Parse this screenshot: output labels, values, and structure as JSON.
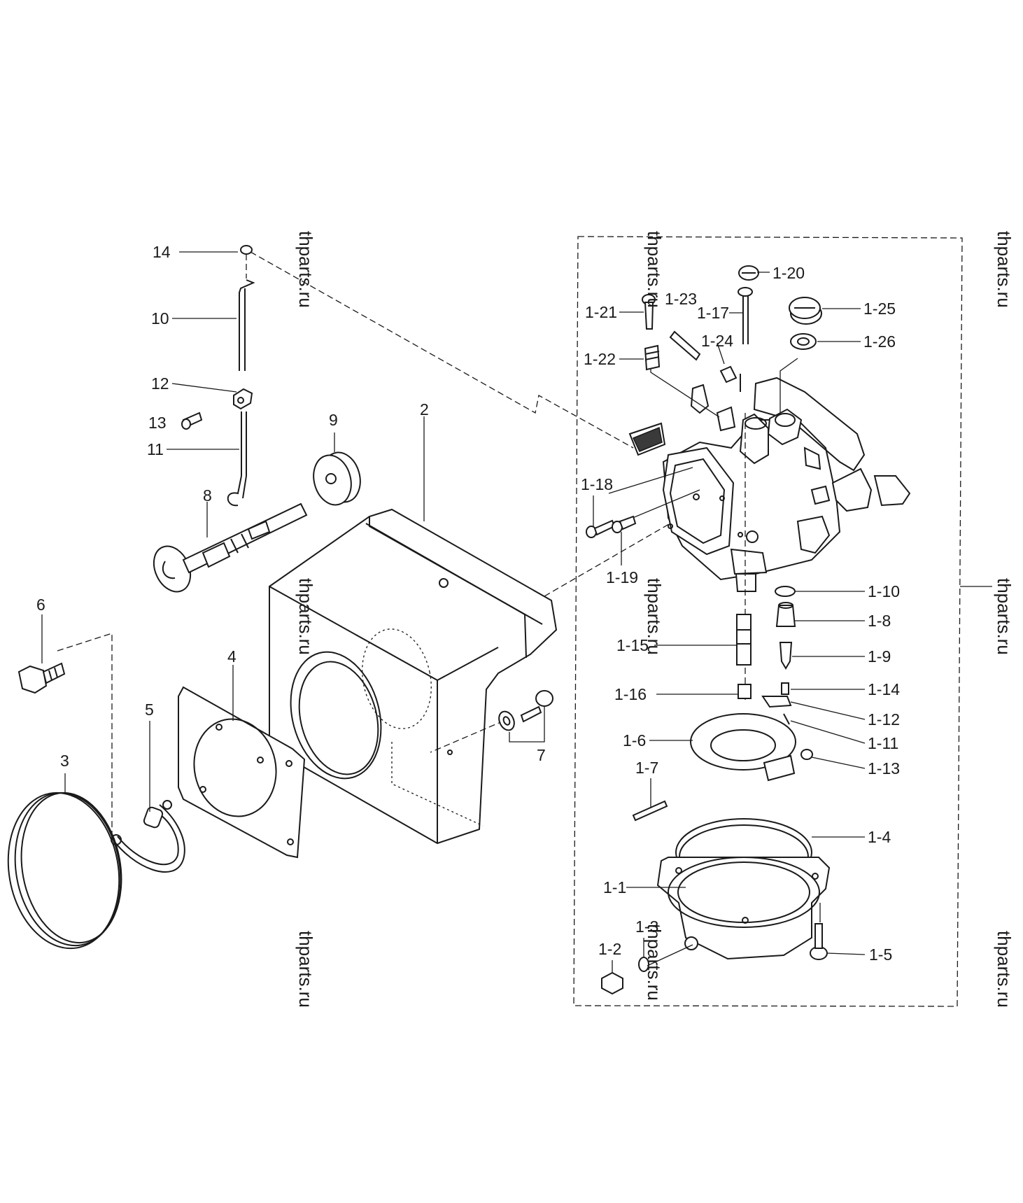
{
  "watermark": "thparts.ru",
  "callouts": [
    "14",
    "10",
    "12",
    "13",
    "11",
    "9",
    "8",
    "2",
    "6",
    "4",
    "5",
    "3",
    "7",
    "1-20",
    "1-21",
    "1-23",
    "1-17",
    "1-25",
    "1-26",
    "1-22",
    "1-24",
    "1-18",
    "1-19",
    "1-10",
    "1-8",
    "1-15",
    "1-9",
    "1-14",
    "1-16",
    "1-12",
    "1-6",
    "1-11",
    "1-13",
    "1-7",
    "1-4",
    "1-1",
    "1-3",
    "1-2",
    "1-5"
  ]
}
